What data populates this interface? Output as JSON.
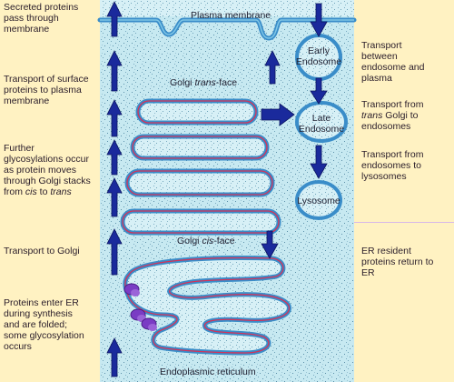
{
  "left_labels": [
    "Secreted proteins\npass through\nmembrane",
    "Transport of surface\nproteins to plasma\nmembrane",
    "Further\nglycosylations occur\nas protein moves\nthrough Golgi stacks\nfrom cis to trans",
    "Transport to Golgi",
    "Proteins enter ER\nduring synthesis\nand are folded;\nsome glycosylation\noccurs"
  ],
  "right_labels": [
    "Transport\nbetween\nendosome and\nplasma",
    "Transport from\ntrans Golgi to\nendosomes",
    "Transport from\nendosomes to\nlysosomes",
    "ER resident\nproteins return to\nER"
  ],
  "diagram_labels": {
    "plasma_membrane": "Plasma membrane",
    "early_endosome": "Early\nEndosome",
    "late_endosome": "Late\nEndosome",
    "lysosome": "Lysosome",
    "golgi_trans": "Golgi trans-face",
    "golgi_cis": "Golgi cis-face",
    "er": "Endoplasmic reticulum"
  },
  "colors": {
    "panel": "#FFF2C2",
    "cytoplasm": "#C7E9F1",
    "membrane_blue": "#3A8DC9",
    "membrane_red": "#D1345B",
    "arrow": "#1A2A9C",
    "ribosome": "#7A3CC4"
  }
}
